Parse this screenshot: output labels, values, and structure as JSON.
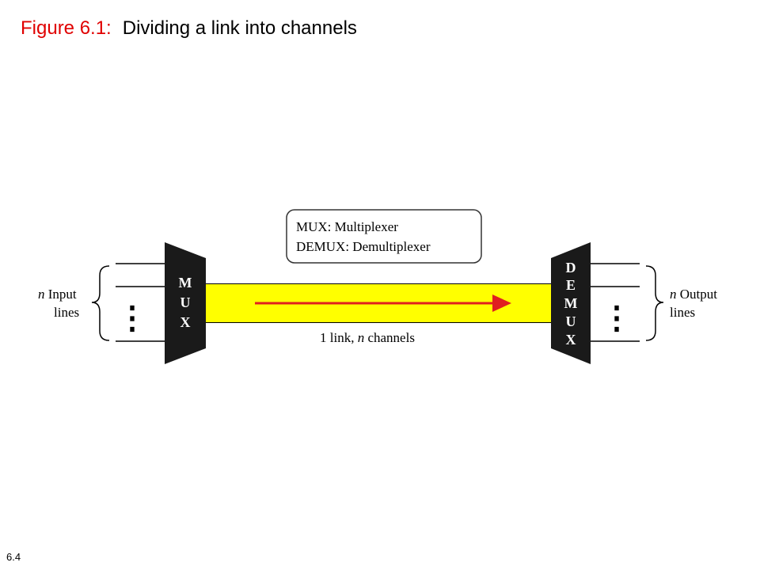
{
  "slide": {
    "figure_label": "Figure 6.1:",
    "caption": "Dividing a link into channels",
    "page_number": "6.4"
  },
  "colors": {
    "figure_label": "#e00000",
    "link": "#ffff00",
    "arrow": "#e02020",
    "device": "#1a1a1a"
  },
  "legend": {
    "mux_line": "MUX: Multiplexer",
    "demux_line": "DEMUX: Demultiplexer"
  },
  "mux": {
    "letters": [
      "M",
      "U",
      "X"
    ]
  },
  "demux": {
    "letters": [
      "D",
      "E",
      "M",
      "U",
      "X"
    ]
  },
  "link": {
    "label_prefix": "1 link, ",
    "label_var": "n",
    "label_suffix": " channels"
  },
  "inputs": {
    "var": "n",
    "line1": " Input",
    "line2": "lines",
    "dots": "⋮"
  },
  "outputs": {
    "var": "n",
    "line1": " Output",
    "line2": "lines",
    "dots": "⋮"
  }
}
